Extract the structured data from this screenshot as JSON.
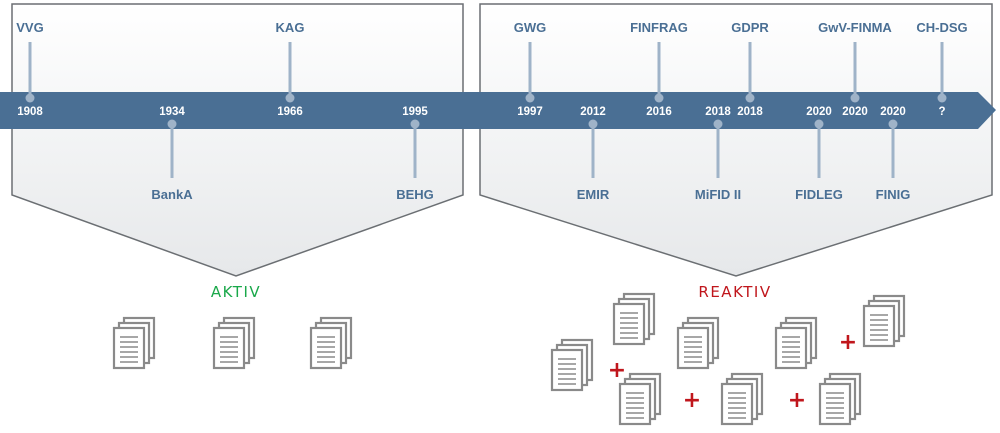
{
  "timeline": {
    "events": [
      {
        "year": "1908",
        "name": "VVG",
        "side": "above"
      },
      {
        "year": "1934",
        "name": "BankA",
        "side": "below"
      },
      {
        "year": "1966",
        "name": "KAG",
        "side": "above"
      },
      {
        "year": "1995",
        "name": "BEHG",
        "side": "below"
      },
      {
        "year": "1997",
        "name": "GWG",
        "side": "above"
      },
      {
        "year": "2012",
        "name": "EMIR",
        "side": "below"
      },
      {
        "year": "2016",
        "name": "FINFRAG",
        "side": "above"
      },
      {
        "year": "2018",
        "name": "MiFID II",
        "side": "below"
      },
      {
        "year": "2018",
        "name": "GDPR",
        "side": "above"
      },
      {
        "year": "2020",
        "name": "FIDLEG",
        "side": "below"
      },
      {
        "year": "2020",
        "name": "GwV-FINMA",
        "side": "above"
      },
      {
        "year": "2020",
        "name": "FINIG",
        "side": "below"
      },
      {
        "year": "?",
        "name": "CH-DSG",
        "side": "above"
      }
    ]
  },
  "groups": {
    "aktiv": {
      "label": "AKTIV",
      "color": "#1aa84a"
    },
    "reaktiv": {
      "label": "REAKTIV",
      "color": "#c0161c"
    }
  },
  "colors": {
    "arrow": "#4a6f94",
    "pin": "#9fb3c8",
    "panel_fill": "#eef0f2",
    "panel_stroke": "#6b6f73",
    "doc": "#8a8a8a",
    "plus": "#c0161c"
  },
  "plus_symbol": "+"
}
